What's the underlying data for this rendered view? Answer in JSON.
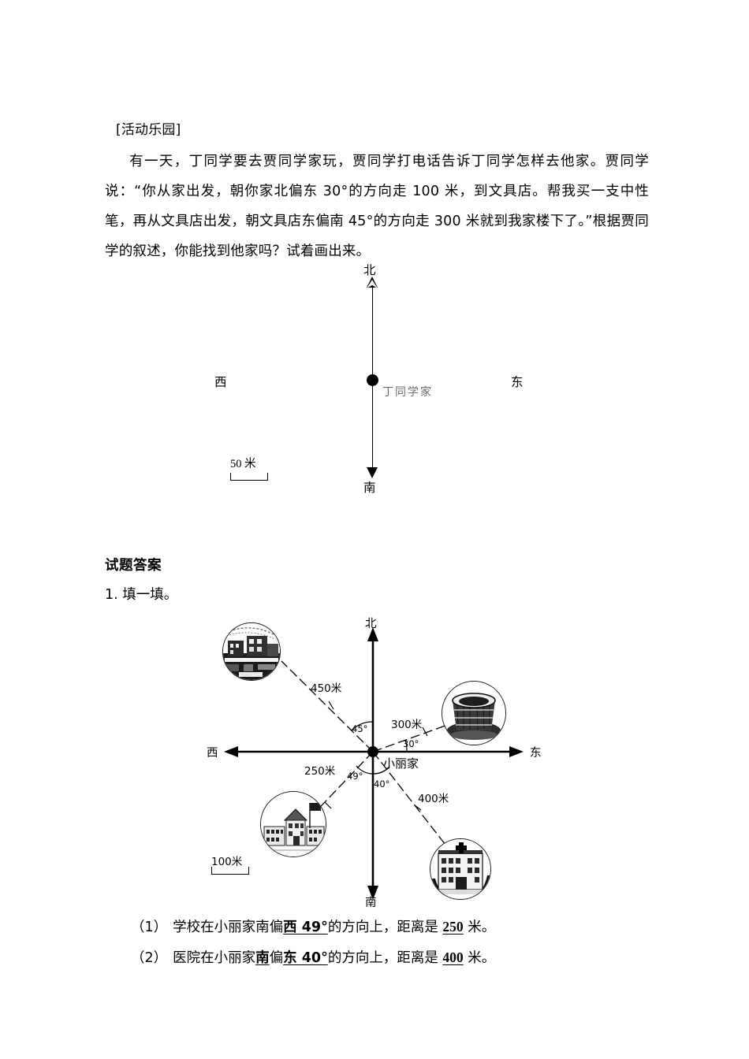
{
  "document": {
    "section_tag": "[活动乐园]",
    "problem_paragraph": "有一天，丁同学要去贾同学家玩，贾同学打电话告诉丁同学怎样去他家。贾同学说：“你从家出发，朝你家北偏东 30°的方向走 100 米，到文具店。帮我买一支中性笔，再从文具店出发，朝文具店东偏南 45°的方向走 300 米就到我家楼下了。”根据贾同学的叙述，你能找到他家吗？试着画出来。",
    "answers_heading": "试题答案",
    "question_1_label": "1. 填一填。"
  },
  "diagram1": {
    "north": "北",
    "south": "南",
    "west": "西",
    "east": "东",
    "home_label": "丁同学家",
    "scale_label": "50 米"
  },
  "diagram2": {
    "north": "北",
    "south": "南",
    "west": "西",
    "east": "东",
    "center_label": "小丽家",
    "scale_label": "100米",
    "places": [
      {
        "name": "shopping-mall",
        "direction": "northwest",
        "distance": "450米",
        "angle": "45°"
      },
      {
        "name": "stadium",
        "direction": "northeast",
        "distance": "300米",
        "angle": "30°"
      },
      {
        "name": "school",
        "direction": "southwest",
        "distance": "250米",
        "angle": "49°"
      },
      {
        "name": "hospital",
        "direction": "southeast",
        "distance": "400米",
        "angle": "40°"
      }
    ]
  },
  "answers": [
    {
      "label": "（1）",
      "part1": "学校在小丽家南偏",
      "blank1": "西 49°",
      "part2": "的方向上，距离是 ",
      "blank2": "250",
      "part3": " 米。"
    },
    {
      "label": "（2）",
      "part1": "医院在小丽家",
      "blank1": "南",
      "part2": "偏",
      "blank2": "东 40°",
      "part3": "的方向上，距离是 ",
      "blank3": "400",
      "part4": " 米。"
    }
  ]
}
